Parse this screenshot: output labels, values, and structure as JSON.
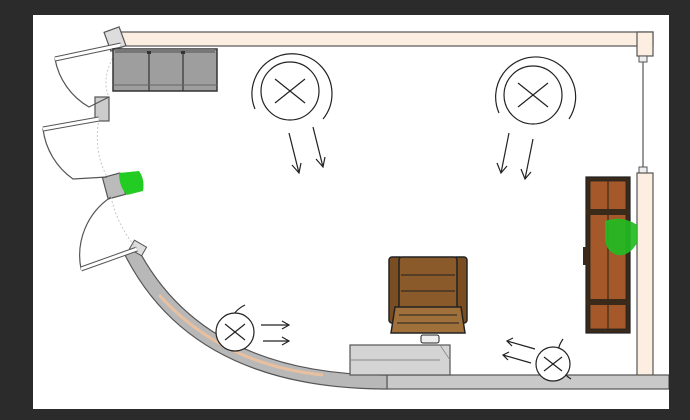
{
  "canvas": {
    "background": "#2b2b2b",
    "paper": "#ffffff"
  },
  "colors": {
    "wall_fill": "#fdeee2",
    "wall_stroke": "#555555",
    "curved_wall_fill": "#b8b8b8",
    "cabinet_fill": "#9e9e9e",
    "chair_wood": "#8b5a2b",
    "chair_seat": "#a0703a",
    "bench_wood": "#a5582a",
    "bench_dark": "#3a2a1a",
    "plant_green": "#22cc22",
    "fan_stroke": "#222222",
    "arrow_stroke": "#222222"
  },
  "objects": {
    "doors": 3,
    "ceiling_fans": 4,
    "airflow_arrow_pairs": 4
  },
  "icons": [
    "door-swing-icon",
    "ceiling-fan-icon",
    "armchair-icon",
    "bench-icon",
    "plant-icon",
    "cabinet-icon",
    "airflow-arrow-icon"
  ]
}
